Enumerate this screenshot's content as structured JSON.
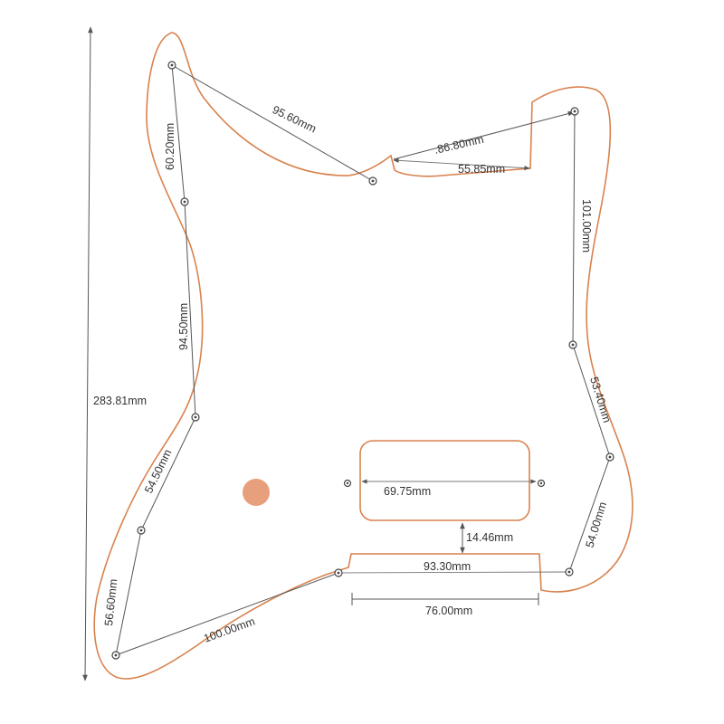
{
  "dimensions": {
    "overall_height": "283.81mm",
    "top_left_to_center": "95.60mm",
    "top_center_to_right": ".86.80mm",
    "top_notch_width": "55.85mm",
    "left_upper": "60.20mm",
    "left_middle": "94.50mm",
    "left_lower_diag": "54.50mm",
    "left_bottom": "56.60mm",
    "bottom_left_diag": "100.00mm",
    "right_upper": "101.00mm",
    "right_middle": "53.40mm",
    "right_lower": "54.00mm",
    "pickup_width": "69.75mm",
    "pickup_gap": "14.46mm",
    "bottom_hole_span": "93.30mm",
    "bottom_notch_width": "76.00mm"
  },
  "colors": {
    "outline": "#d9824e",
    "knob": "#e8a07c",
    "dimension_line": "#555555"
  }
}
